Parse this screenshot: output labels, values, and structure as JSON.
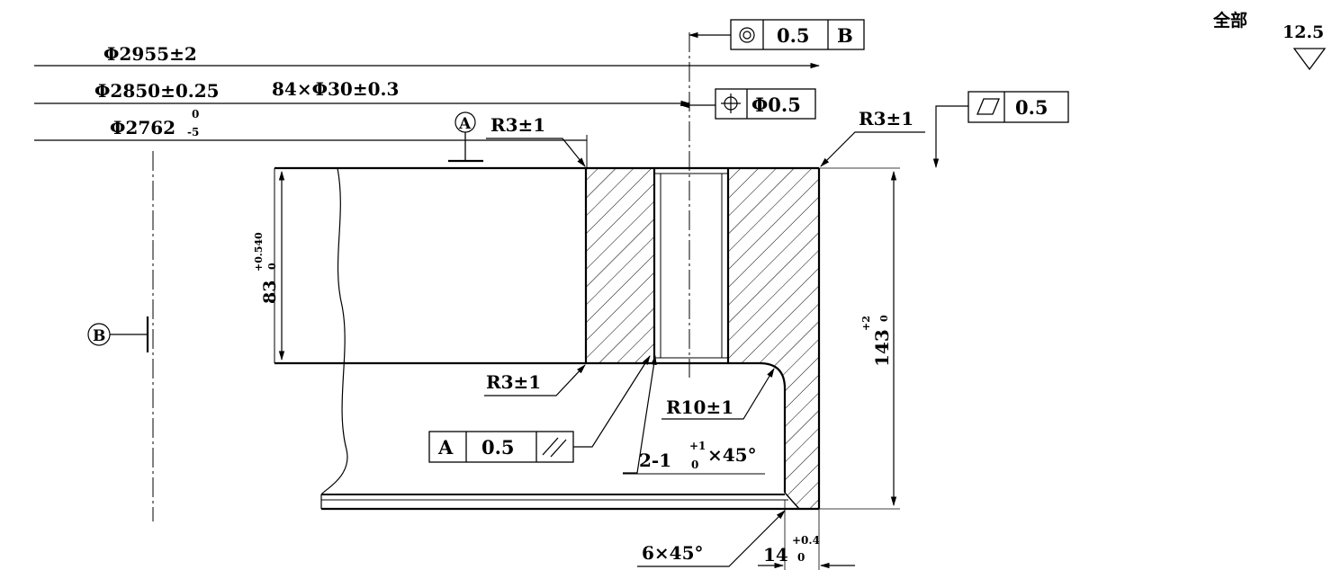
{
  "roughness": {
    "scope_label": "全部",
    "value": "12.5"
  },
  "diameters": [
    {
      "main": "Φ2955±2",
      "tol_upper": "",
      "tol_lower": ""
    },
    {
      "main": "Φ2850±0.25",
      "tol_upper": "",
      "tol_lower": ""
    },
    {
      "main": "Φ2762",
      "tol_upper": "0",
      "tol_lower": "-5"
    }
  ],
  "hole_pattern": "84×Φ30±0.3",
  "gdt": {
    "concentricity": {
      "tolerance": "0.5",
      "datum": "B"
    },
    "position": {
      "tolerance": "Φ0.5"
    },
    "flatness": {
      "tolerance": "0.5"
    },
    "parallelism": {
      "datum": "A",
      "tolerance": "0.5"
    }
  },
  "datums": {
    "a": "A",
    "b": "B"
  },
  "radii": {
    "top_left": "R3±1",
    "top_right": "R3±1",
    "bottom_left": "R3±1",
    "fillet": "R10±1"
  },
  "chamfers": {
    "hole_main": "2-1",
    "hole_upper": "+1",
    "hole_lower": "0",
    "hole_angle": "×45°",
    "bottom": "6×45°"
  },
  "dimensions": {
    "height_83": {
      "main": "83",
      "upper": "+0.540",
      "lower": "0"
    },
    "height_143": {
      "main": "143",
      "upper": "+2",
      "lower": "0"
    },
    "width_14": {
      "main": "14",
      "upper": "+0.4",
      "lower": "0"
    }
  }
}
